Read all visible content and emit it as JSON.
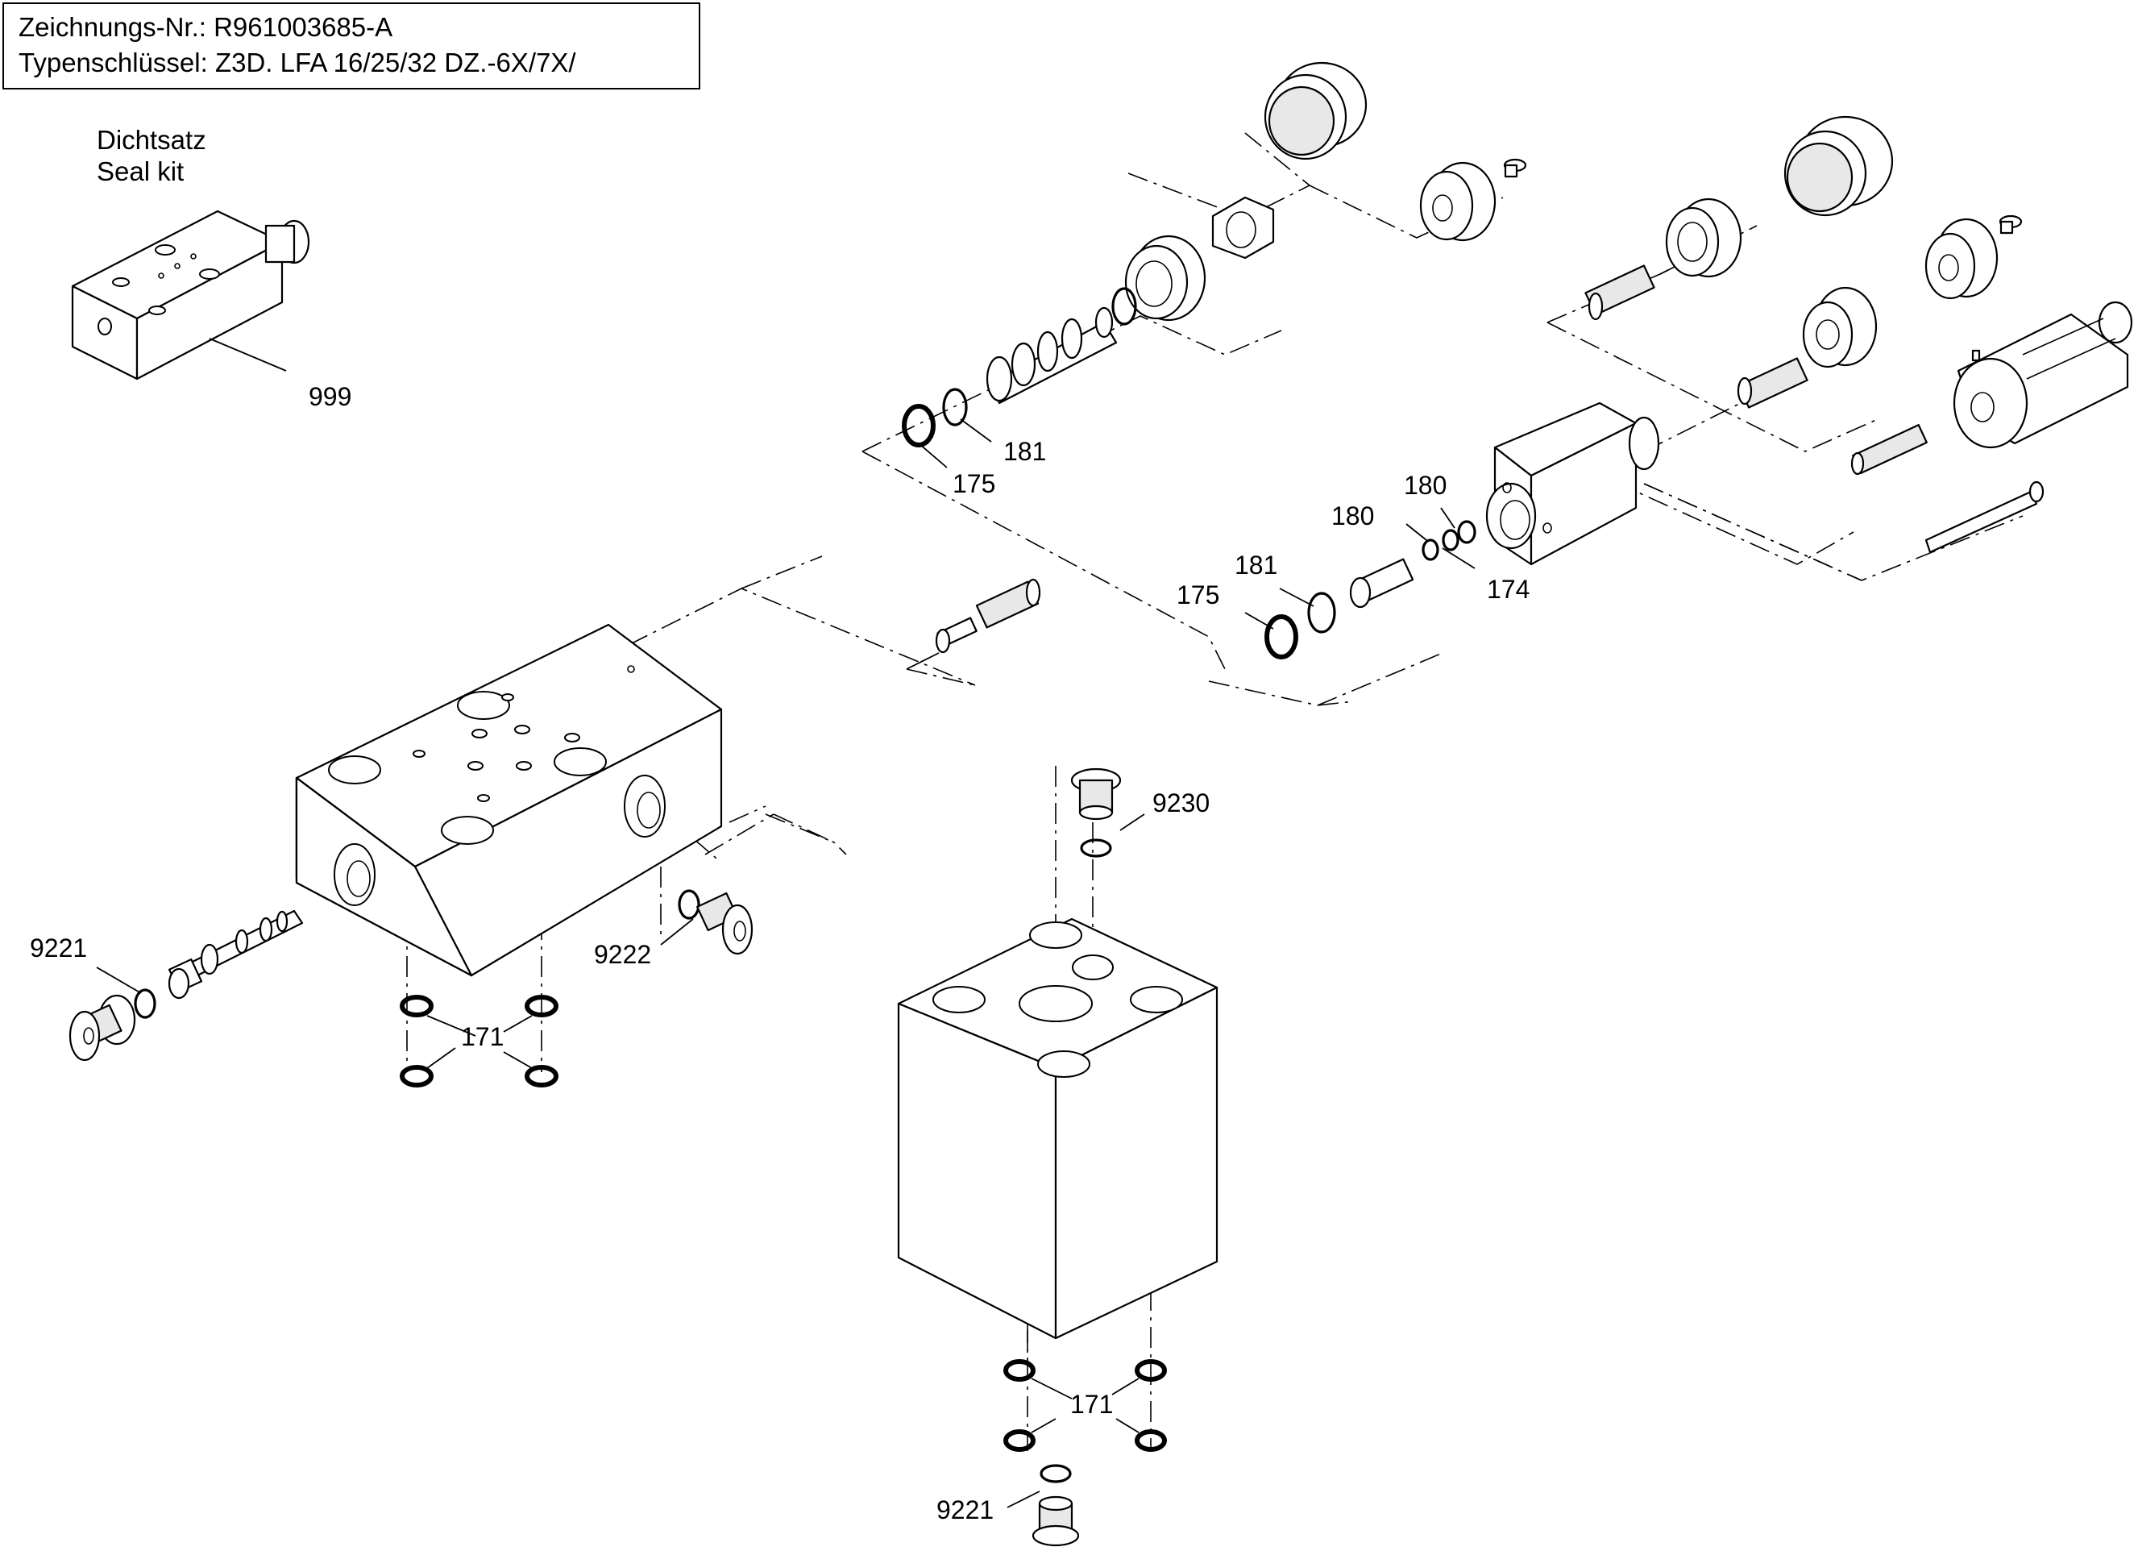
{
  "title_block": {
    "drawing_no": "Zeichnungs-Nr.: R961003685-A",
    "type_key": "Typenschlüssel: Z3D. LFA 16/25/32 DZ.-6X/7X/"
  },
  "seal_kit": {
    "label_de": "Dichtsatz",
    "label_en": "Seal kit"
  },
  "callouts": {
    "c999": "999",
    "c181a": "181",
    "c175a": "175",
    "c180a": "180",
    "c180b": "180",
    "c181b": "181",
    "c175b": "175",
    "c174": "174",
    "c9230": "9230",
    "c9221a": "9221",
    "c9222": "9222",
    "c171a": "171",
    "c171b": "171",
    "c9221b": "9221"
  }
}
